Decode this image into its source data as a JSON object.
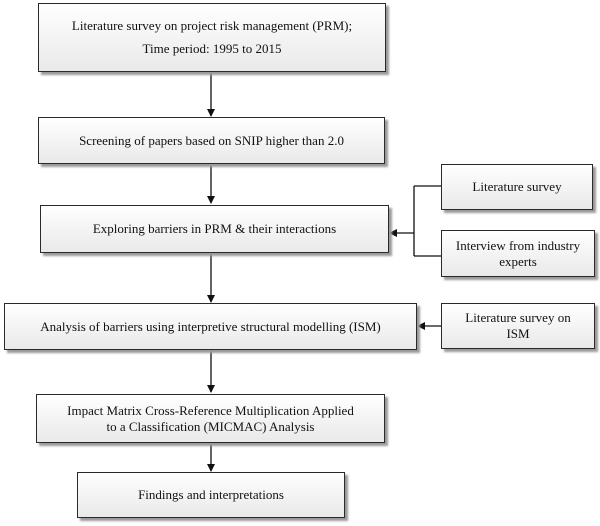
{
  "diagram": {
    "main_steps": [
      {
        "lines": [
          "Literature survey on project risk management (PRM);",
          "Time period:  1995 to 2015"
        ]
      },
      {
        "lines": [
          "Screening of papers based on SNIP higher than 2.0"
        ]
      },
      {
        "lines": [
          "Exploring barriers in PRM & their interactions"
        ]
      },
      {
        "lines": [
          "Analysis of barriers using interpretive structural modelling (ISM)"
        ]
      },
      {
        "lines": [
          "Impact Matrix Cross-Reference Multiplication Applied",
          "to a Classification (MICMAC) Analysis"
        ]
      },
      {
        "lines": [
          "Findings and interpretations"
        ]
      }
    ],
    "side_inputs": [
      {
        "lines": [
          "Literature survey"
        ]
      },
      {
        "lines": [
          "Interview from industry",
          "experts"
        ]
      },
      {
        "lines": [
          "Literature survey on",
          "ISM"
        ]
      }
    ]
  }
}
